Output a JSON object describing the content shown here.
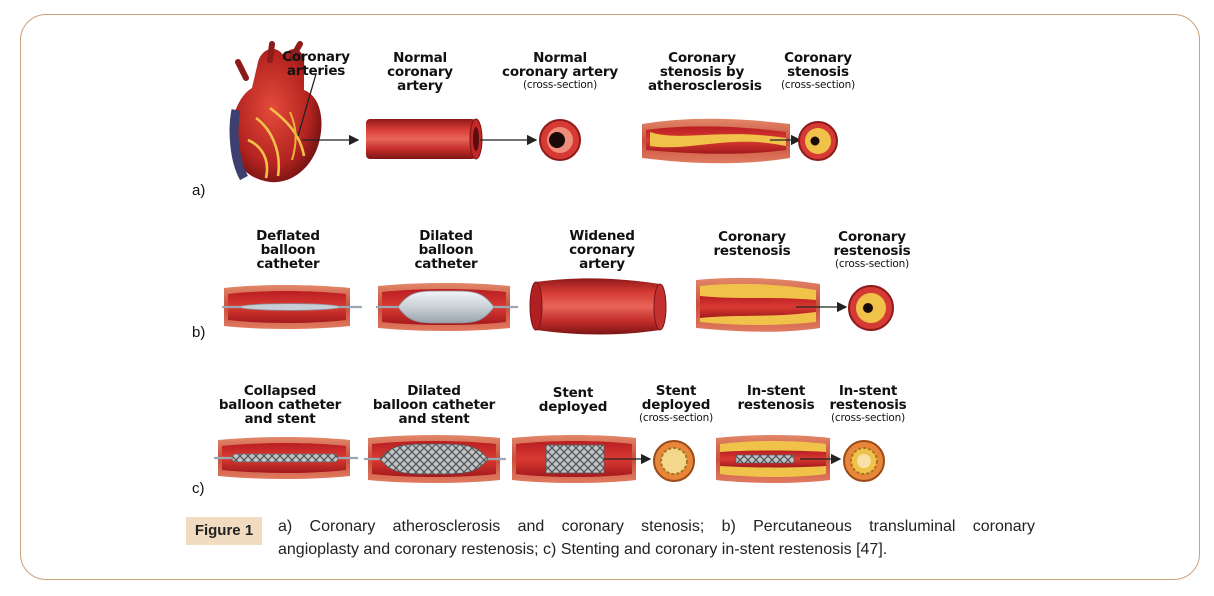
{
  "rows": {
    "a": {
      "letter": "a)",
      "labels": {
        "coronary_arteries": "Coronary\narteries",
        "normal_artery": "Normal\ncoronary\nartery",
        "normal_cs_title": "Normal\ncoronary artery",
        "normal_cs_sub": "(cross-section)",
        "stenosis": "Coronary\nstenosis by\natherosclerosis",
        "stenosis_cs_title": "Coronary\nstenosis",
        "stenosis_cs_sub": "(cross-section)"
      }
    },
    "b": {
      "letter": "b)",
      "labels": {
        "deflated": "Deflated\nballoon\ncatheter",
        "dilated": "Dilated\nballoon\ncatheter",
        "widened": "Widened\ncoronary\nartery",
        "restenosis": "Coronary\nrestenosis",
        "restenosis_cs_title": "Coronary\nrestenosis",
        "restenosis_cs_sub": "(cross-section)"
      }
    },
    "c": {
      "letter": "c)",
      "labels": {
        "collapsed": "Collapsed\nballoon catheter\nand stent",
        "dilated_stent": "Dilated\nballoon catheter\nand stent",
        "stent_deployed": "Stent\ndeployed",
        "stent_cs_title": "Stent\ndeployed",
        "stent_cs_sub": "(cross-section)",
        "instent": "In-stent\nrestenosis",
        "instent_cs_title": "In-stent\nrestenosis",
        "instent_cs_sub": "(cross-section)"
      }
    }
  },
  "figure": {
    "badge": "Figure 1",
    "caption_line1": "a) Coronary atherosclerosis and coronary stenosis; b) Percutaneous transluminal coronary",
    "caption_line2": "angioplasty and coronary restenosis; c) Stenting and coronary in-stent restenosis [47]."
  },
  "colors": {
    "border": "#c9a27a",
    "badge_bg": "#f1dcc2",
    "artery_red": "#c0282a",
    "plaque": "#f0c24a"
  }
}
